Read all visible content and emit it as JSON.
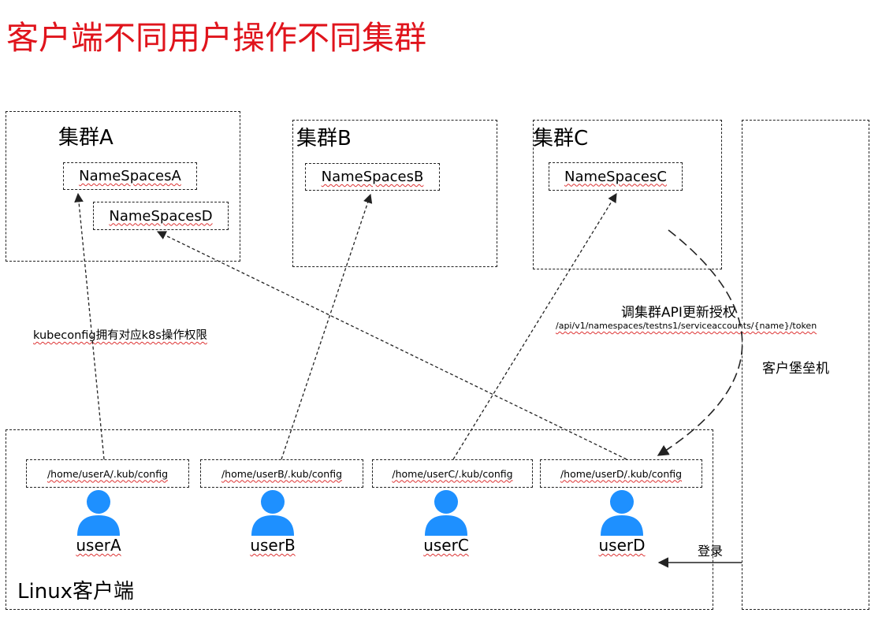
{
  "title": "客户端不同用户操作不同集群",
  "clusters": [
    {
      "label": "集群A",
      "namespaces": [
        "NameSpacesA",
        "NameSpacesD"
      ]
    },
    {
      "label": "集群B",
      "namespaces": [
        "NameSpacesB"
      ]
    },
    {
      "label": "集群C",
      "namespaces": [
        "NameSpacesC"
      ]
    }
  ],
  "client": {
    "label": "Linux客户端",
    "users": [
      {
        "name": "userA",
        "path": "/home/userA/.kub/config"
      },
      {
        "name": "userB",
        "path": "/home/userB/.kub/config"
      },
      {
        "name": "userC",
        "path": "/home/userC/.kub/config"
      },
      {
        "name": "userD",
        "path": "/home/userD/.kub/config"
      }
    ]
  },
  "annotations": {
    "kubeconfig": "kubeconfig拥有对应k8s操作权限",
    "api_title": "调集群API更新授权",
    "api_path": "/api/v1/namespaces/testns1/serviceaccounts/{name}/token",
    "bastion": "客户堡垒机",
    "login": "登录"
  },
  "icons": {
    "user": "user-icon"
  },
  "colors": {
    "title": "#e0141c",
    "user_icon": "#1e90ff"
  }
}
